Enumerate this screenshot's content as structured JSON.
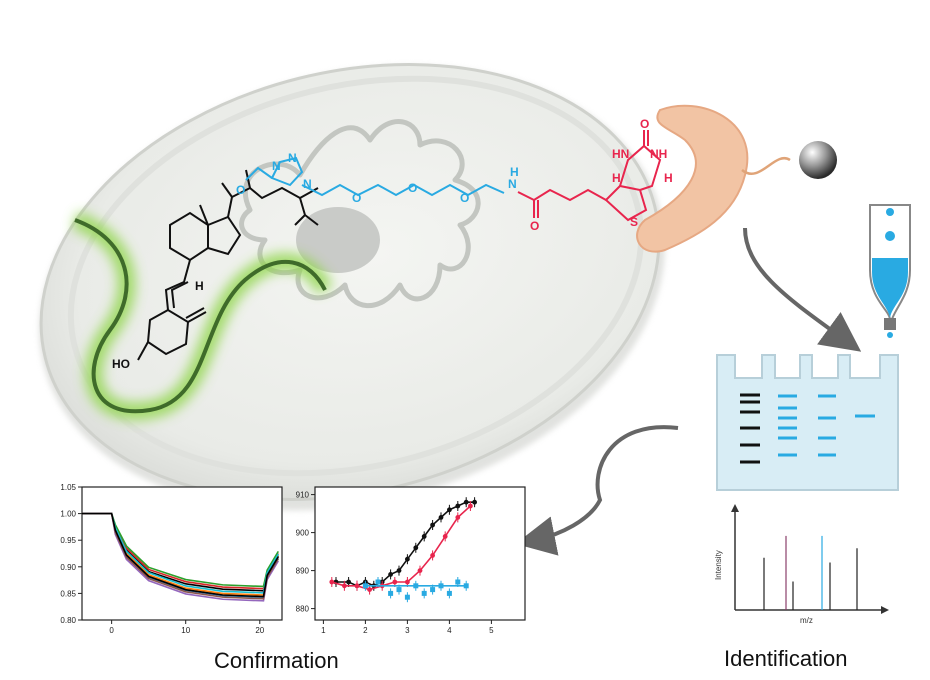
{
  "captions": {
    "confirmation": "Confirmation",
    "identification": "Identification"
  },
  "molecule": {
    "atoms": {
      "O": "O",
      "N": "N",
      "NH": "NH",
      "HN": "HN",
      "H": "H",
      "HO": "HO",
      "S": "S"
    }
  },
  "colors": {
    "linker": "#29aae2",
    "biotin": "#e8254d",
    "dna_strand": "#3f6b2a",
    "dna_glow": "#8fd64a",
    "protein": "#f2c4a4",
    "gel_band_blue": "#29aae2",
    "marker_band": "#111111"
  },
  "chart_data": [
    {
      "type": "line",
      "ylim": [
        0.8,
        1.05
      ],
      "xlim": [
        -4,
        23
      ],
      "yticks": [
        "1.05",
        "1.00",
        "0.95",
        "0.90",
        "0.85",
        "0.80"
      ],
      "xticks": [
        "0",
        "10",
        "20"
      ],
      "series": [
        {
          "x": [
            -4,
            0,
            0.5,
            2,
            5,
            10,
            15,
            20.5,
            21,
            22.5
          ],
          "y": [
            1.0,
            1.0,
            0.975,
            0.935,
            0.895,
            0.872,
            0.862,
            0.859,
            0.89,
            0.925
          ]
        },
        {
          "x": [
            -4,
            0,
            0.5,
            2,
            5,
            10,
            15,
            20.5,
            21,
            22.5
          ],
          "y": [
            1.0,
            1.0,
            0.97,
            0.925,
            0.885,
            0.86,
            0.85,
            0.847,
            0.885,
            0.92
          ]
        },
        {
          "x": [
            -4,
            0,
            0.5,
            2,
            5,
            10,
            15,
            20.5,
            21,
            22.5
          ],
          "y": [
            1.0,
            1.0,
            0.965,
            0.918,
            0.878,
            0.853,
            0.843,
            0.84,
            0.88,
            0.915
          ]
        }
      ]
    },
    {
      "type": "scatter",
      "ylim": [
        877,
        912
      ],
      "xlim": [
        0.8,
        5.8
      ],
      "yticks": [
        "910",
        "900",
        "890",
        "880"
      ],
      "xticks": [
        "1",
        "2",
        "3",
        "4",
        "5"
      ],
      "series": [
        {
          "x": [
            1.3,
            1.6,
            1.8,
            2.0,
            2.2,
            2.4,
            2.6,
            2.8,
            3.0,
            3.2,
            3.4,
            3.6,
            3.8,
            4.0,
            4.2,
            4.4,
            4.6
          ],
          "y": [
            887,
            887,
            886,
            887,
            886,
            887,
            889,
            890,
            893,
            896,
            899,
            902,
            904,
            906,
            907,
            908,
            908
          ]
        },
        {
          "x": [
            1.2,
            1.5,
            1.8,
            2.1,
            2.4,
            2.7,
            3.0,
            3.3,
            3.6,
            3.9,
            4.2,
            4.5
          ],
          "y": [
            887,
            886,
            886,
            885,
            886,
            887,
            887,
            890,
            894,
            899,
            904,
            907
          ]
        },
        {
          "x": [
            2.0,
            2.3,
            2.6,
            2.8,
            3.0,
            3.2,
            3.4,
            3.6,
            3.8,
            4.0,
            4.2,
            4.4
          ],
          "y": [
            886,
            887,
            884,
            885,
            883,
            886,
            884,
            885,
            886,
            884,
            887,
            886
          ]
        }
      ]
    },
    {
      "type": "bar",
      "xlabel": "m/z",
      "ylabel": "Intensity",
      "values": [
        0.55,
        0.78,
        0.3,
        0.78,
        0.5,
        0.65
      ]
    }
  ]
}
